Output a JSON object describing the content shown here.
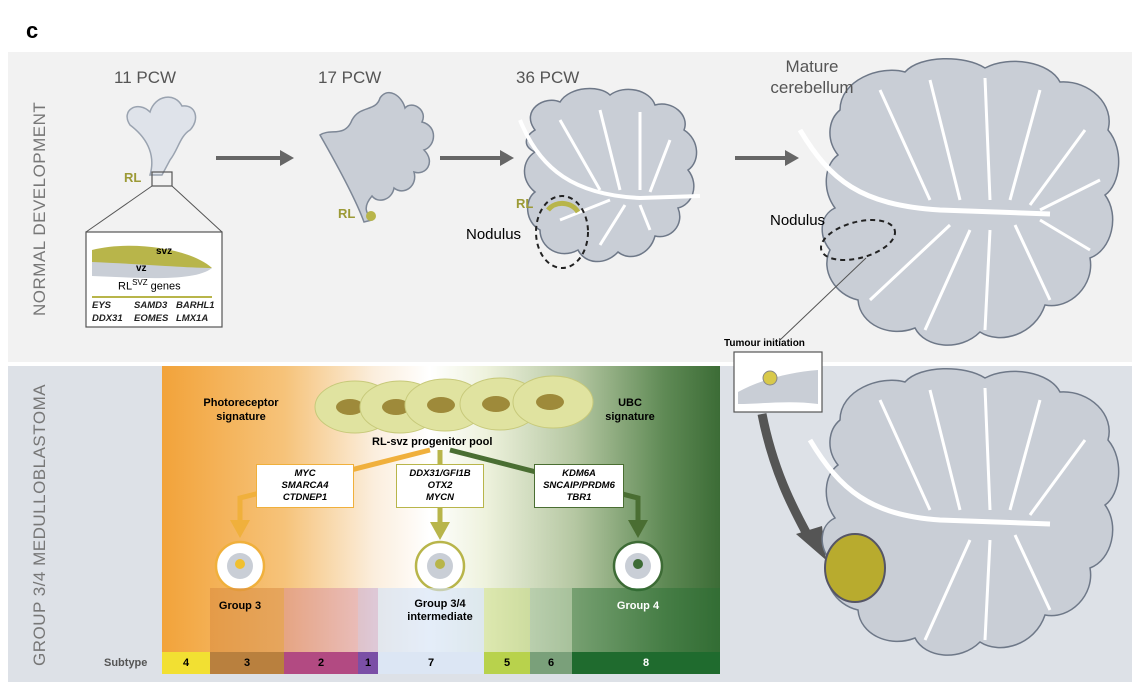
{
  "panel_label": "c",
  "stages": [
    "11 PCW",
    "17 PCW",
    "36 PCW",
    "Mature cerebellum"
  ],
  "side_labels": {
    "top": "NORMAL DEVELOPMENT",
    "bottom": "GROUP 3/4 MEDULLOBLASTOMA"
  },
  "anatomy": {
    "rl": "RL",
    "nodulus": "Nodulus",
    "svz": "svz",
    "vz": "vz",
    "rl_svz_prefix": "RL",
    "rl_svz_sup": "SVZ",
    "rl_svz_suffix": " genes"
  },
  "genes": [
    "EYS",
    "SAMD3",
    "BARHL1",
    "DDX31",
    "EOMES",
    "LMX1A"
  ],
  "tumour_initiation": "Tumour initiation",
  "signatures": {
    "left": "Photoreceptor signature",
    "right": "UBC signature"
  },
  "pool": "RL-svz progenitor pool",
  "boxes": {
    "left": [
      "MYC",
      "SMARCA4",
      "CTDNEP1"
    ],
    "middle": [
      "DDX31/GFI1B",
      "OTX2",
      "MYCN"
    ],
    "right": [
      "KDM6A",
      "SNCAIP/PRDM6",
      "TBR1"
    ]
  },
  "groups": {
    "g3": "Group 3",
    "g34a": "Group 3/4",
    "g34b": "intermediate",
    "g4": "Group 4"
  },
  "subtype_label": "Subtype",
  "subtypes": [
    "4",
    "3",
    "2",
    "1",
    "7",
    "5",
    "6",
    "8"
  ],
  "colors": {
    "group3": "#f0a83c",
    "group4": "#3d6b35",
    "rl": "#b8b54a",
    "tissue": "#c9ced6",
    "panel_top": "#f2f2f2",
    "panel_bottom": "#dde1e7"
  }
}
